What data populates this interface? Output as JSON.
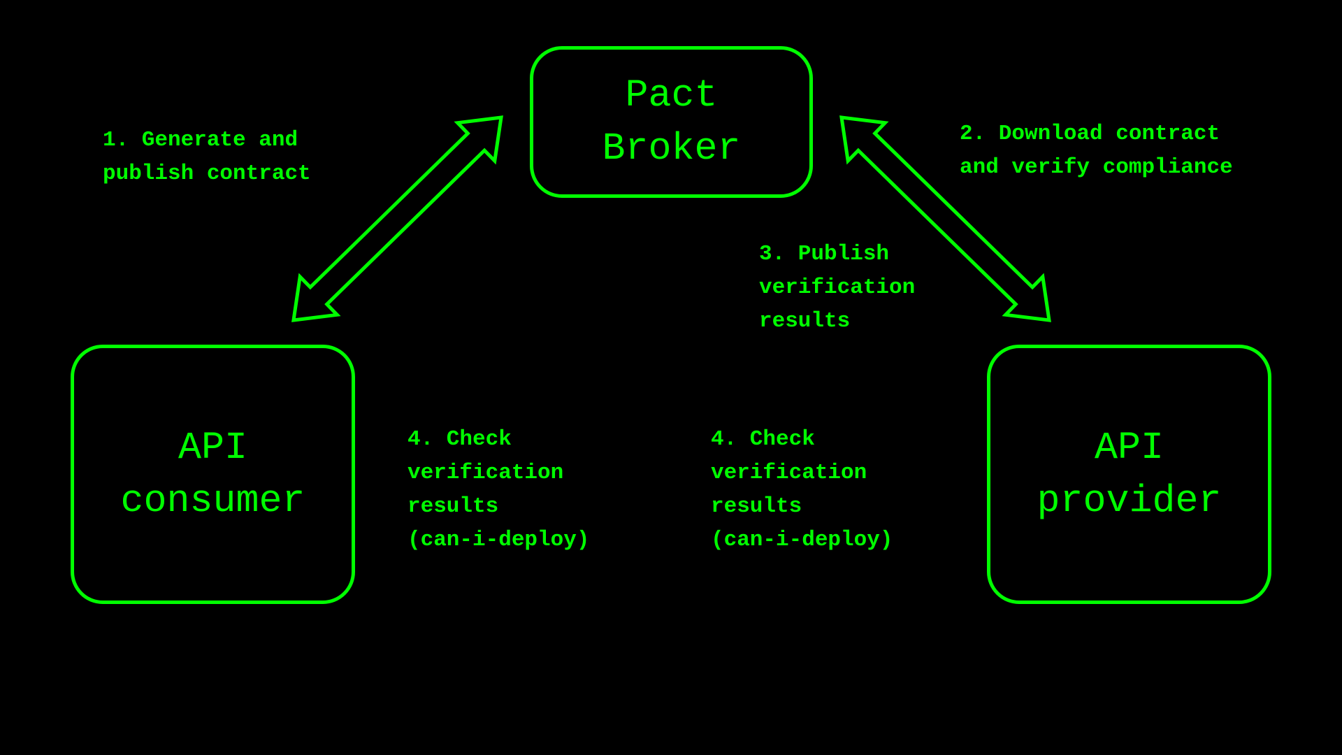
{
  "diagram": {
    "accent_color": "#00ff00",
    "background_color": "#000000",
    "nodes": {
      "broker": {
        "lines": [
          "Pact",
          "Broker"
        ]
      },
      "consumer": {
        "lines": [
          "API",
          "consumer"
        ]
      },
      "provider": {
        "lines": [
          "API",
          "provider"
        ]
      }
    },
    "edges": [
      {
        "from": "consumer",
        "to": "broker",
        "direction": "bidirectional"
      },
      {
        "from": "provider",
        "to": "broker",
        "direction": "bidirectional"
      }
    ],
    "labels": {
      "step1": "1. Generate and\npublish contract",
      "step2": "2. Download contract\nand verify compliance",
      "step3": "3. Publish\nverification\nresults",
      "step4_consumer": "4. Check\nverification\nresults\n(can-i-deploy)",
      "step4_provider": "4. Check\nverification\nresults\n(can-i-deploy)"
    }
  }
}
